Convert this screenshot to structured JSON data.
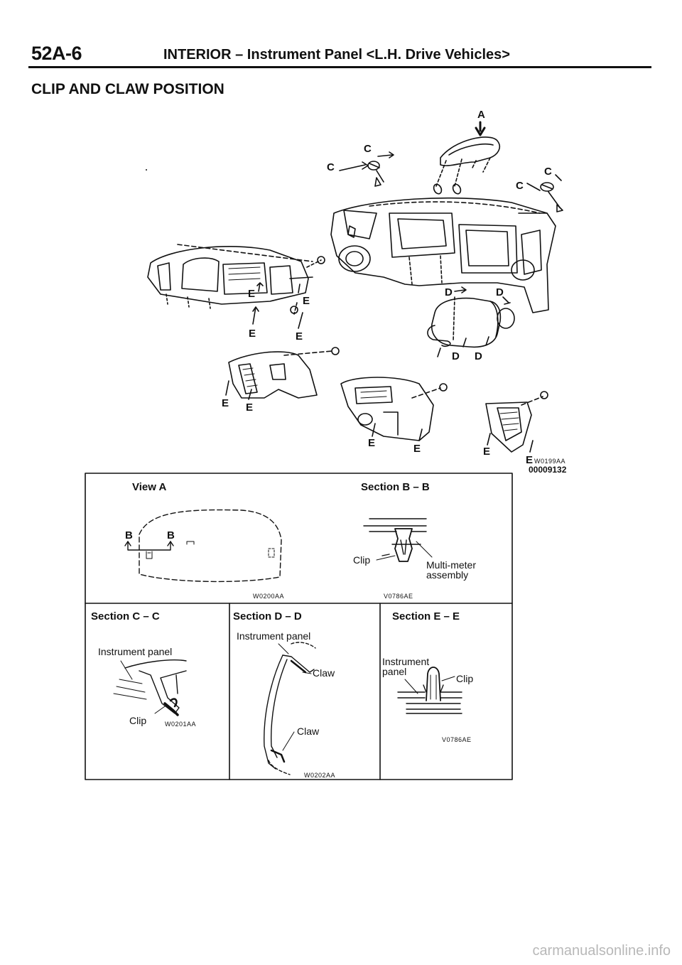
{
  "header": {
    "page_number": "52A-6",
    "title": "INTERIOR – Instrument Panel <L.H. Drive Vehicles>"
  },
  "section_heading": "CLIP AND CLAW POSITION",
  "main_figure": {
    "view_marker": "A",
    "clip_labels": {
      "c": "C",
      "d": "D",
      "e": "E"
    },
    "figure_code": "W0199AA",
    "figure_number": "00009132"
  },
  "panels": {
    "view_a": {
      "title": "View A",
      "marker": "B",
      "code": "W0200AA"
    },
    "section_b": {
      "title": "Section B – B",
      "label_clip": "Clip",
      "label_meter_1": "Multi-meter",
      "label_meter_2": "assembly",
      "code": "V0786AE"
    },
    "section_c": {
      "title": "Section C – C",
      "label_panel": "Instrument panel",
      "label_clip": "Clip",
      "code": "W0201AA"
    },
    "section_d": {
      "title": "Section D – D",
      "label_panel": "Instrument panel",
      "label_claw": "Claw",
      "code": "W0202AA"
    },
    "section_e": {
      "title": "Section E – E",
      "label_panel_1": "Instrument",
      "label_panel_2": "panel",
      "label_clip": "Clip",
      "code": "V0786AE"
    }
  },
  "watermark": "carmanualsonline.info"
}
